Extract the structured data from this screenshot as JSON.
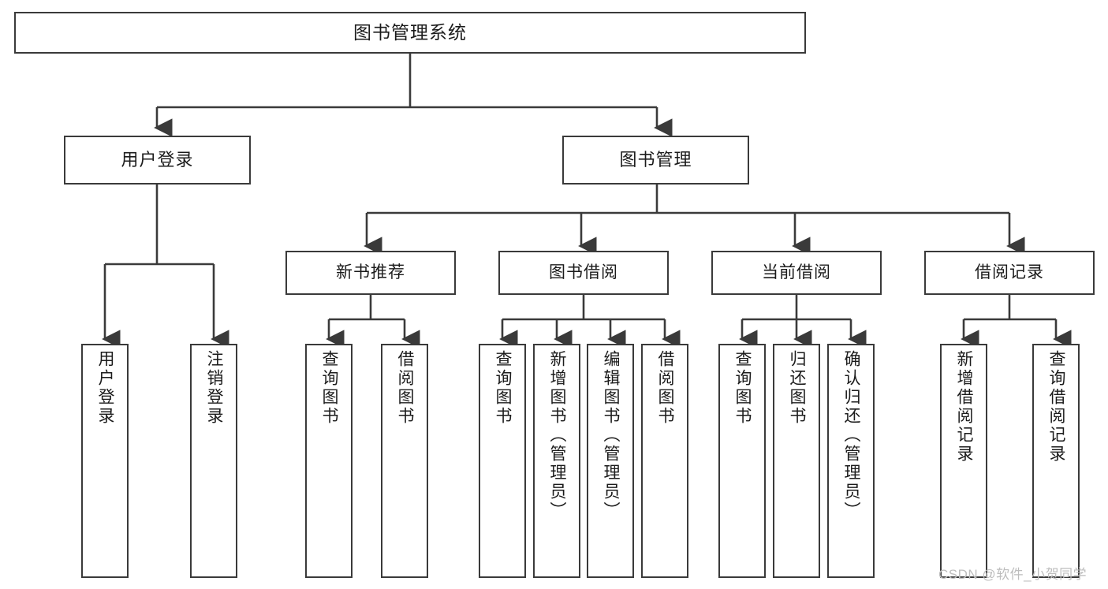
{
  "diagram": {
    "title": "图书管理系统",
    "watermark": "CSDN @软件_小贺同学",
    "stroke_color": "#3a3a3a",
    "fill_color": "#ffffff",
    "text_color": "#1b1b1b",
    "root": {
      "label": "图书管理系统"
    },
    "level2": [
      {
        "label": "用户登录"
      },
      {
        "label": "图书管理"
      }
    ],
    "level3": [
      {
        "label": "新书推荐"
      },
      {
        "label": "图书借阅"
      },
      {
        "label": "当前借阅"
      },
      {
        "label": "借阅记录"
      }
    ],
    "leaves": [
      {
        "label": "用户登录",
        "parent": "用户登录"
      },
      {
        "label": "注销登录",
        "parent": "用户登录"
      },
      {
        "label": "查询图书",
        "parent": "新书推荐"
      },
      {
        "label": "借阅图书",
        "parent": "新书推荐"
      },
      {
        "label": "查询图书",
        "parent": "图书借阅"
      },
      {
        "label": "新增图书（管理员）",
        "parent": "图书借阅"
      },
      {
        "label": "编辑图书（管理员）",
        "parent": "图书借阅"
      },
      {
        "label": "借阅图书",
        "parent": "图书借阅"
      },
      {
        "label": "查询图书",
        "parent": "当前借阅"
      },
      {
        "label": "归还图书",
        "parent": "当前借阅"
      },
      {
        "label": "确认归还（管理员）",
        "parent": "当前借阅"
      },
      {
        "label": "新增借阅记录",
        "parent": "借阅记录"
      },
      {
        "label": "查询借阅记录",
        "parent": "借阅记录"
      }
    ]
  }
}
